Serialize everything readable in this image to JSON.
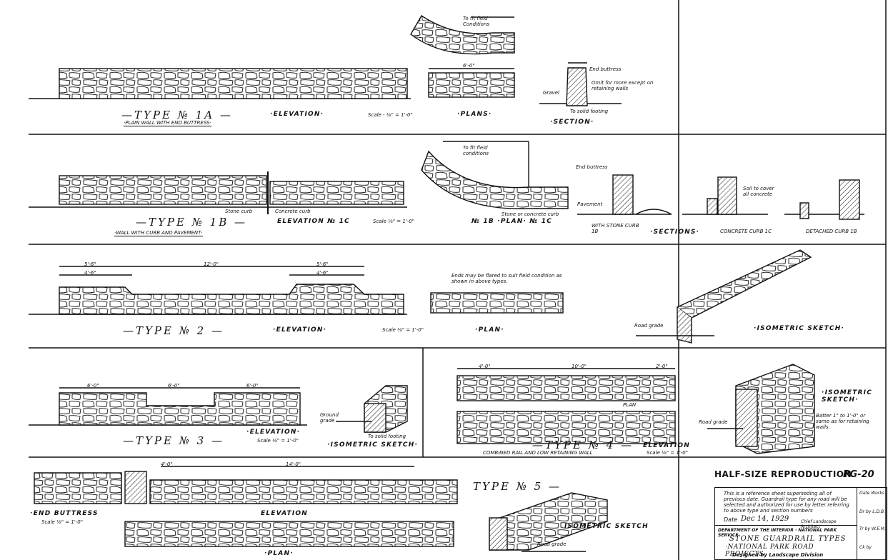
{
  "t1a": {
    "type": "—TYPE  № 1A —",
    "desc": "·PLAIN WALL WITH END BUTTRESS·",
    "elev": "·ELEVATION·",
    "scale": "Scale - ⅛\" = 1'-0\"",
    "plans": "·PLANS·",
    "section": "·SECTION·",
    "fit": "To fit field Conditions",
    "dim_plan": "6'-0\"",
    "end_buttress": "End buttress",
    "gravel": "Gravel",
    "omit": "Omit for more except on retaining walls",
    "footing": "To solid footing"
  },
  "t1b": {
    "type": "—TYPE  № 1B —",
    "desc": "·WALL WITH CURB AND PAVEMENT·",
    "elev": "ELEVATION  № 1C",
    "scale": "Scale ⅛\" = 1'-0\"",
    "plan": "№ 1B ·PLAN· № 1C",
    "fit": "To fit field conditions",
    "stone_curb": "Stone curb",
    "concrete_curb": "Concrete curb",
    "stone_or_concrete": "Stone or concrete curb",
    "sections": "·SECTIONS·",
    "with_stone": "WITH STONE CURB 1B",
    "concrete": "CONCRETE CURB 1C",
    "detached": "DETACHED CURB 1B",
    "end_buttress": "End buttress",
    "pavement": "Pavement",
    "soil": "Soil to cover all concrete"
  },
  "t2": {
    "type": "—TYPE  № 2 —",
    "elev": "·ELEVATION·",
    "scale": "Scale ⅛\" = 1'-0\"",
    "plan": "·PLAN·",
    "iso": "·ISOMETRIC SKETCH·",
    "note": "Ends may be flared to suit field condition as shown in above types.",
    "dims": [
      "5'-6\"",
      "4'-6\"",
      "12'-0\"",
      "5'-6\"",
      "4'-6\""
    ],
    "road": "Road grade"
  },
  "t3": {
    "type": "—TYPE  № 3 —",
    "elev": "·ELEVATION·",
    "scale": "Scale ⅛\" = 1'-0\"",
    "iso": "·ISOMETRIC SKETCH·",
    "ground": "Ground grade",
    "footing": "To solid footing",
    "dims": [
      "6'-0\"",
      "6'-0\"",
      "6'-0\""
    ]
  },
  "t4": {
    "type": "—TYPE  № 4 —",
    "desc": "COMBINED RAIL AND LOW RETAINING WALL",
    "elev": "ELEVATION",
    "scale": "Scale ⅛\" = 1'-0\"",
    "plan": "PLAN",
    "iso": "·ISOMETRIC SKETCH·",
    "road": "Road grade",
    "batter": "Batter 1\" to 1'-0\" or same as for retaining walls.",
    "dims": [
      "4'-0\"",
      "10'-0\"",
      "2'-0\""
    ]
  },
  "t5": {
    "type": "TYPE  № 5 —",
    "end": "·END BUTTRESS",
    "scale": "Scale ⅛\" = 1'-0\"",
    "elev": "ELEVATION",
    "plan": "·PLAN·",
    "iso": "ISOMETRIC SKETCH",
    "road": "Road grade",
    "dims": [
      "4'-0\"",
      "14'-0\""
    ]
  },
  "title": {
    "half": "HALF-SIZE REPRODUCTION",
    "sheet": "PG-20",
    "note": "This is a reference sheet superseding all of previous date. Guardrail type for any road will be selected and authorized for use by letter referring to above type and section numbers",
    "date_label": "Date",
    "date": "Dec 14, 1929",
    "chief": "Chief Landscape Architect",
    "dept": "DEPARTMENT OF THE INTERIOR · NATIONAL PARK SERVICE",
    "name": "STONE GUARDRAIL TYPES",
    "projects": "·NATIONAL PARK ROAD PROJECTS·",
    "designed": "Designed by Landscape Division",
    "side": [
      "Date Works",
      "Dr by L.D.B.",
      "Tr by W.E.M.",
      "Ck by"
    ]
  }
}
